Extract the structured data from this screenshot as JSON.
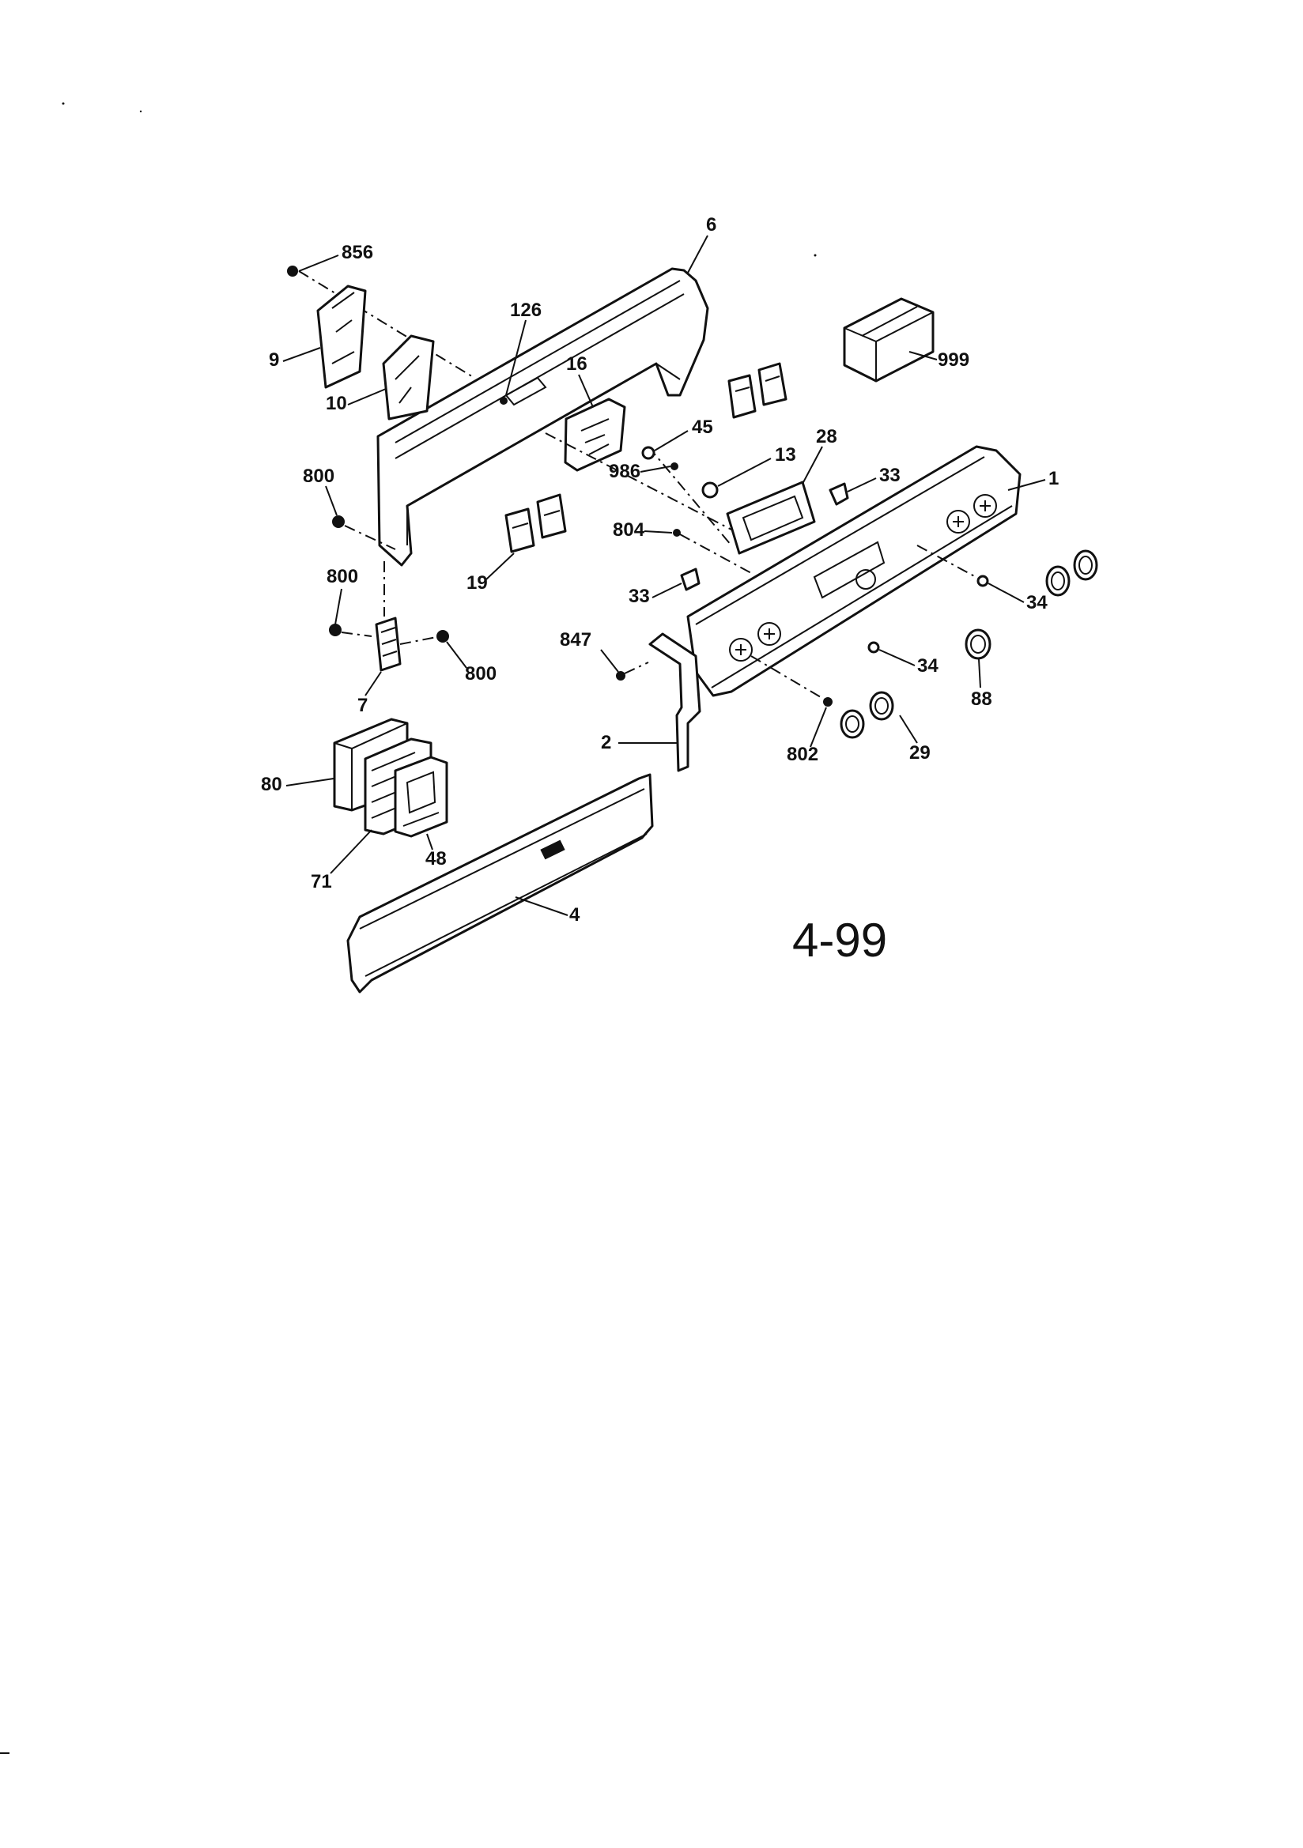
{
  "page_label": "4-99",
  "callouts": {
    "c856": "856",
    "c6": "6",
    "c126": "126",
    "c9": "9",
    "c10": "10",
    "c16": "16",
    "c999": "999",
    "c45": "45",
    "c28": "28",
    "c986": "986",
    "c13": "13",
    "c33a": "33",
    "c1": "1",
    "c800a": "800",
    "c804": "804",
    "c19": "19",
    "c33b": "33",
    "c34a": "34",
    "c800b": "800",
    "c847": "847",
    "c34b": "34",
    "c88": "88",
    "c800c": "800",
    "c7": "7",
    "c2": "2",
    "c802": "802",
    "c29": "29",
    "c80": "80",
    "c48": "48",
    "c71": "71",
    "c4": "4"
  }
}
